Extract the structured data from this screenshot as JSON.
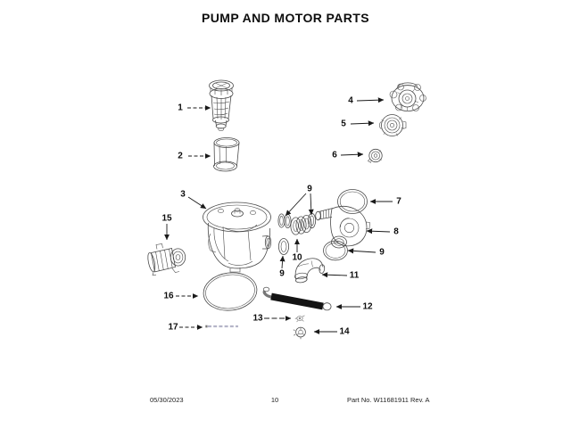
{
  "title": "PUMP AND MOTOR PARTS",
  "footer": {
    "date": "05/30/2023",
    "page": "10",
    "part_no": "Part No. W11681911 Rev. A"
  },
  "callouts": [
    {
      "label": "1"
    },
    {
      "label": "2"
    },
    {
      "label": "3"
    },
    {
      "label": "4"
    },
    {
      "label": "5"
    },
    {
      "label": "6"
    },
    {
      "label": "7"
    },
    {
      "label": "8"
    },
    {
      "label": "9"
    },
    {
      "label": "9"
    },
    {
      "label": "9"
    },
    {
      "label": "10"
    },
    {
      "label": "11"
    },
    {
      "label": "12"
    },
    {
      "label": "13"
    },
    {
      "label": "14"
    },
    {
      "label": "15"
    },
    {
      "label": "16"
    },
    {
      "label": "17"
    }
  ]
}
